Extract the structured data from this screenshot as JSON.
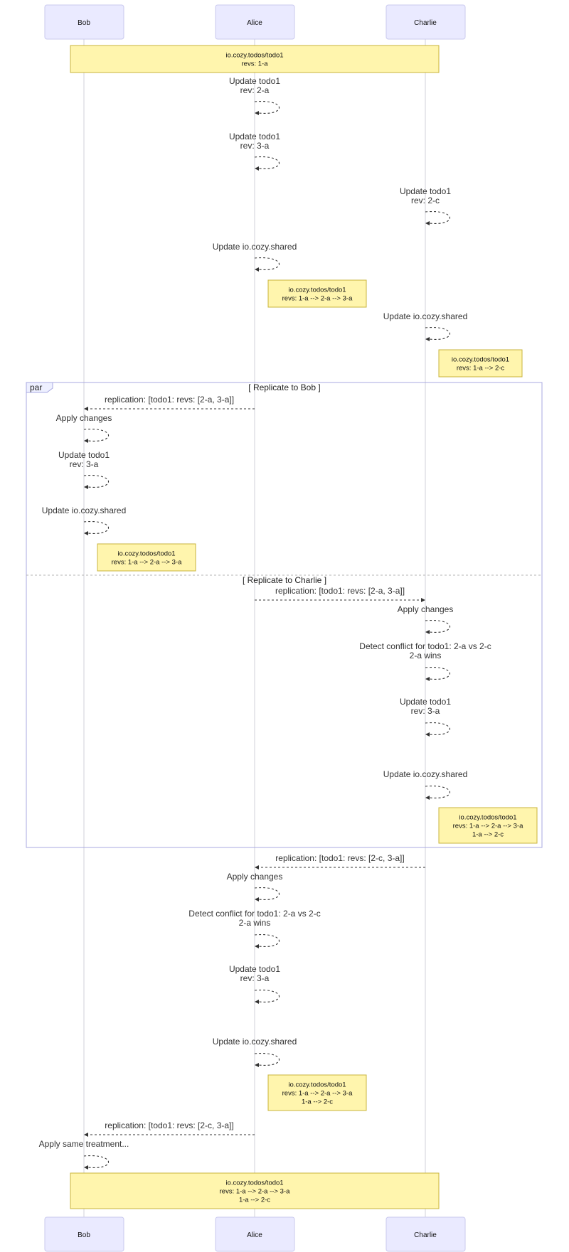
{
  "actors": [
    {
      "id": "bob",
      "label": "Bob"
    },
    {
      "id": "alice",
      "label": "Alice"
    },
    {
      "id": "charlie",
      "label": "Charlie"
    }
  ],
  "frame": {
    "tab": "par",
    "sections": [
      "[ Replicate to Bob ]",
      "[ Replicate to Charlie ]"
    ]
  },
  "steps": [
    {
      "kind": "note",
      "over": [
        "bob",
        "charlie"
      ],
      "lines": [
        "io.cozy.todos/todo1",
        "revs: 1-a"
      ]
    },
    {
      "kind": "self",
      "actor": "alice",
      "lines": [
        "Update todo1",
        "rev: 2-a"
      ]
    },
    {
      "kind": "self",
      "actor": "alice",
      "lines": [
        "Update todo1",
        "rev: 3-a"
      ]
    },
    {
      "kind": "self",
      "actor": "charlie",
      "lines": [
        "Update todo1",
        "rev: 2-c"
      ]
    },
    {
      "kind": "self",
      "actor": "alice",
      "lines": [
        "Update io.cozy.shared"
      ]
    },
    {
      "kind": "note",
      "rightOf": "alice",
      "lines": [
        "io.cozy.todos/todo1",
        "revs: 1-a --> 2-a --> 3-a"
      ]
    },
    {
      "kind": "self",
      "actor": "charlie",
      "lines": [
        "Update io.cozy.shared"
      ]
    },
    {
      "kind": "note",
      "rightOf": "charlie",
      "lines": [
        "io.cozy.todos/todo1",
        "revs: 1-a --> 2-c"
      ]
    },
    {
      "kind": "msg",
      "from": "alice",
      "to": "bob",
      "text": "replication: [todo1: revs: [2-a, 3-a]]"
    },
    {
      "kind": "self",
      "actor": "bob",
      "lines": [
        "Apply changes"
      ]
    },
    {
      "kind": "self",
      "actor": "bob",
      "lines": [
        "Update todo1",
        "rev: 3-a"
      ]
    },
    {
      "kind": "self",
      "actor": "bob",
      "lines": [
        "Update io.cozy.shared"
      ]
    },
    {
      "kind": "note",
      "rightOf": "bob",
      "lines": [
        "io.cozy.todos/todo1",
        "revs: 1-a --> 2-a --> 3-a"
      ]
    },
    {
      "kind": "msg",
      "from": "alice",
      "to": "charlie",
      "text": "replication: [todo1: revs: [2-a, 3-a]]"
    },
    {
      "kind": "self",
      "actor": "charlie",
      "lines": [
        "Apply changes"
      ]
    },
    {
      "kind": "self",
      "actor": "charlie",
      "lines": [
        "Detect conflict for todo1: 2-a vs 2-c",
        "2-a wins"
      ]
    },
    {
      "kind": "self",
      "actor": "charlie",
      "lines": [
        "Update todo1",
        "rev: 3-a"
      ]
    },
    {
      "kind": "self",
      "actor": "charlie",
      "lines": [
        "Update io.cozy.shared"
      ]
    },
    {
      "kind": "note",
      "rightOf": "charlie",
      "lines": [
        "io.cozy.todos/todo1",
        "revs: 1-a --> 2-a --> 3-a",
        "1-a --> 2-c"
      ]
    },
    {
      "kind": "msg",
      "from": "charlie",
      "to": "alice",
      "text": "replication: [todo1: revs: [2-c, 3-a]]"
    },
    {
      "kind": "self",
      "actor": "alice",
      "lines": [
        "Apply changes"
      ]
    },
    {
      "kind": "self",
      "actor": "alice",
      "lines": [
        "Detect conflict for todo1: 2-a vs 2-c",
        "2-a wins"
      ]
    },
    {
      "kind": "self",
      "actor": "alice",
      "lines": [
        "Update todo1",
        "rev: 3-a"
      ]
    },
    {
      "kind": "self",
      "actor": "alice",
      "lines": [
        "Update io.cozy.shared"
      ]
    },
    {
      "kind": "note",
      "rightOf": "alice",
      "lines": [
        "io.cozy.todos/todo1",
        "revs: 1-a --> 2-a --> 3-a",
        "1-a --> 2-c"
      ]
    },
    {
      "kind": "msg",
      "from": "alice",
      "to": "bob",
      "text": "replication: [todo1: revs: [2-c, 3-a]]"
    },
    {
      "kind": "self",
      "actor": "bob",
      "lines": [
        "Apply same treatment..."
      ]
    },
    {
      "kind": "note",
      "over": [
        "bob",
        "charlie"
      ],
      "lines": [
        "io.cozy.todos/todo1",
        "revs: 1-a --> 2-a --> 3-a",
        "1-a --> 2-c"
      ]
    }
  ]
}
